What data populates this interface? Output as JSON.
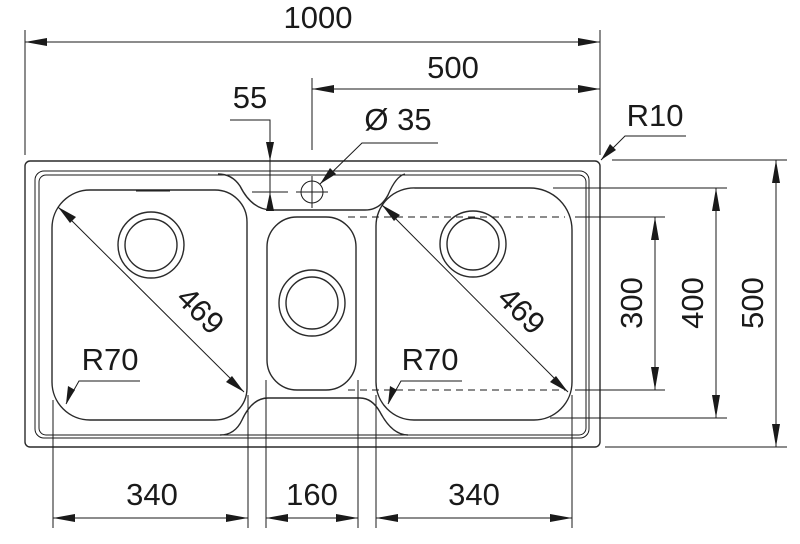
{
  "drawing": {
    "subject": "Double bowl kitchen sink with center half bowl - dimension drawing",
    "units": "mm",
    "ink_color": "#1a1a1a",
    "background_color": "#ffffff"
  },
  "dimensions": {
    "overall_width": "1000",
    "half_width": "500",
    "tap_hole_offset": "55",
    "tap_hole_diameter": "Ø 35",
    "outer_corner_radius": "R10",
    "left_bowl_diagonal": "469",
    "right_bowl_diagonal": "469",
    "left_bowl_corner_radius": "R70",
    "right_bowl_corner_radius": "R70",
    "left_bowl_width": "340",
    "center_bowl_width": "160",
    "right_bowl_width": "340",
    "bowl_depth_300": "300",
    "bowl_depth_400": "400",
    "overall_depth": "500"
  }
}
